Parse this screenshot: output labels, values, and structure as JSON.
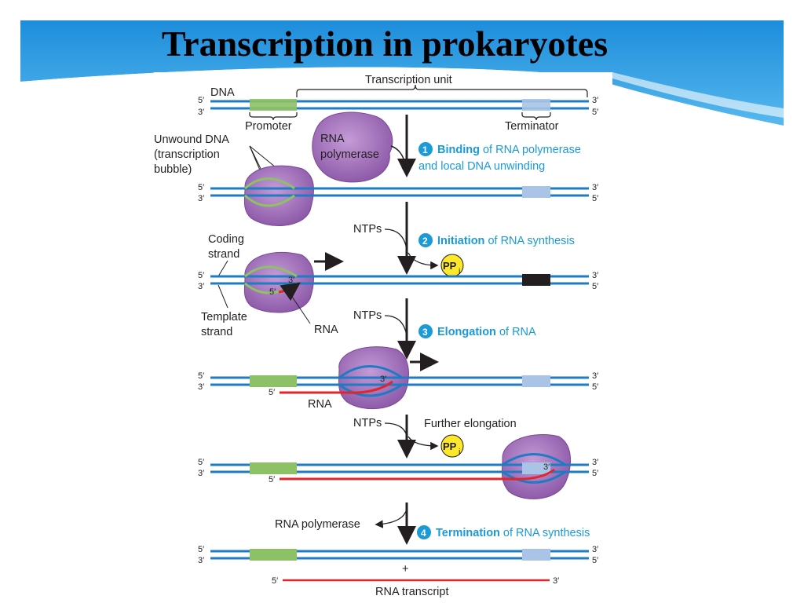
{
  "slide": {
    "title": "Transcription in prokaryotes"
  },
  "colors": {
    "dna": "#1e7bc4",
    "promoter": "#8dc165",
    "terminator": "#a9c4e6",
    "rna": "#e0262a",
    "polymerase": "#9a62b2",
    "step_accent": "#1a9ad6",
    "ppi": "#fde829"
  },
  "labels": {
    "dna": "DNA",
    "transcription_unit": "Transcription unit",
    "promoter": "Promoter",
    "terminator": "Terminator",
    "unwound_dna_1": "Unwound DNA",
    "unwound_dna_2": "(transcription",
    "unwound_dna_3": "bubble)",
    "rna_polymerase_1": "RNA",
    "rna_polymerase_2": "polymerase",
    "coding_strand_1": "Coding",
    "coding_strand_2": "strand",
    "template_strand_1": "Template",
    "template_strand_2": "strand",
    "rna": "RNA",
    "ntps": "NTPs",
    "further_elongation": "Further elongation",
    "rna_polymerase_release": "RNA polymerase",
    "plus": "+",
    "rna_transcript": "RNA transcript",
    "five_prime": "5′",
    "three_prime": "3′",
    "ppi_main": "PP",
    "ppi_sub": "i"
  },
  "steps": [
    {
      "number": "1",
      "bold": "Binding",
      "rest_1": " of RNA polymerase",
      "line2": "and local DNA unwinding"
    },
    {
      "number": "2",
      "bold": "Initiation",
      "rest_1": " of RNA synthesis"
    },
    {
      "number": "3",
      "bold": "Elongation",
      "rest_1": " of RNA"
    },
    {
      "number": "4",
      "bold": "Termination",
      "rest_1": " of RNA synthesis"
    }
  ]
}
